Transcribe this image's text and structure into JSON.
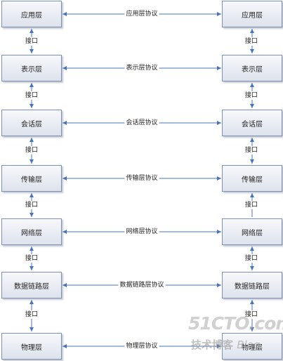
{
  "layers": {
    "left": [
      "应用层",
      "表示层",
      "会话层",
      "传输层",
      "网络层",
      "数据链路层",
      "物理层"
    ],
    "right": [
      "应用层",
      "表示层",
      "会话层",
      "传输层",
      "网络层",
      "数据链路层",
      "物理层"
    ]
  },
  "protocols": [
    "应用层协议",
    "表示层协议",
    "会话层协议",
    "传输层协议",
    "网络层协议",
    "数据链路层协议",
    "物理层协议"
  ],
  "interface_label": "接口",
  "colors": {
    "arrow": "#4a74b8",
    "box_border": "#7d91b5"
  },
  "watermark": {
    "logo": "51CTO.com",
    "subtitle": "技术博客",
    "subtitle_suffix": "Blog"
  }
}
